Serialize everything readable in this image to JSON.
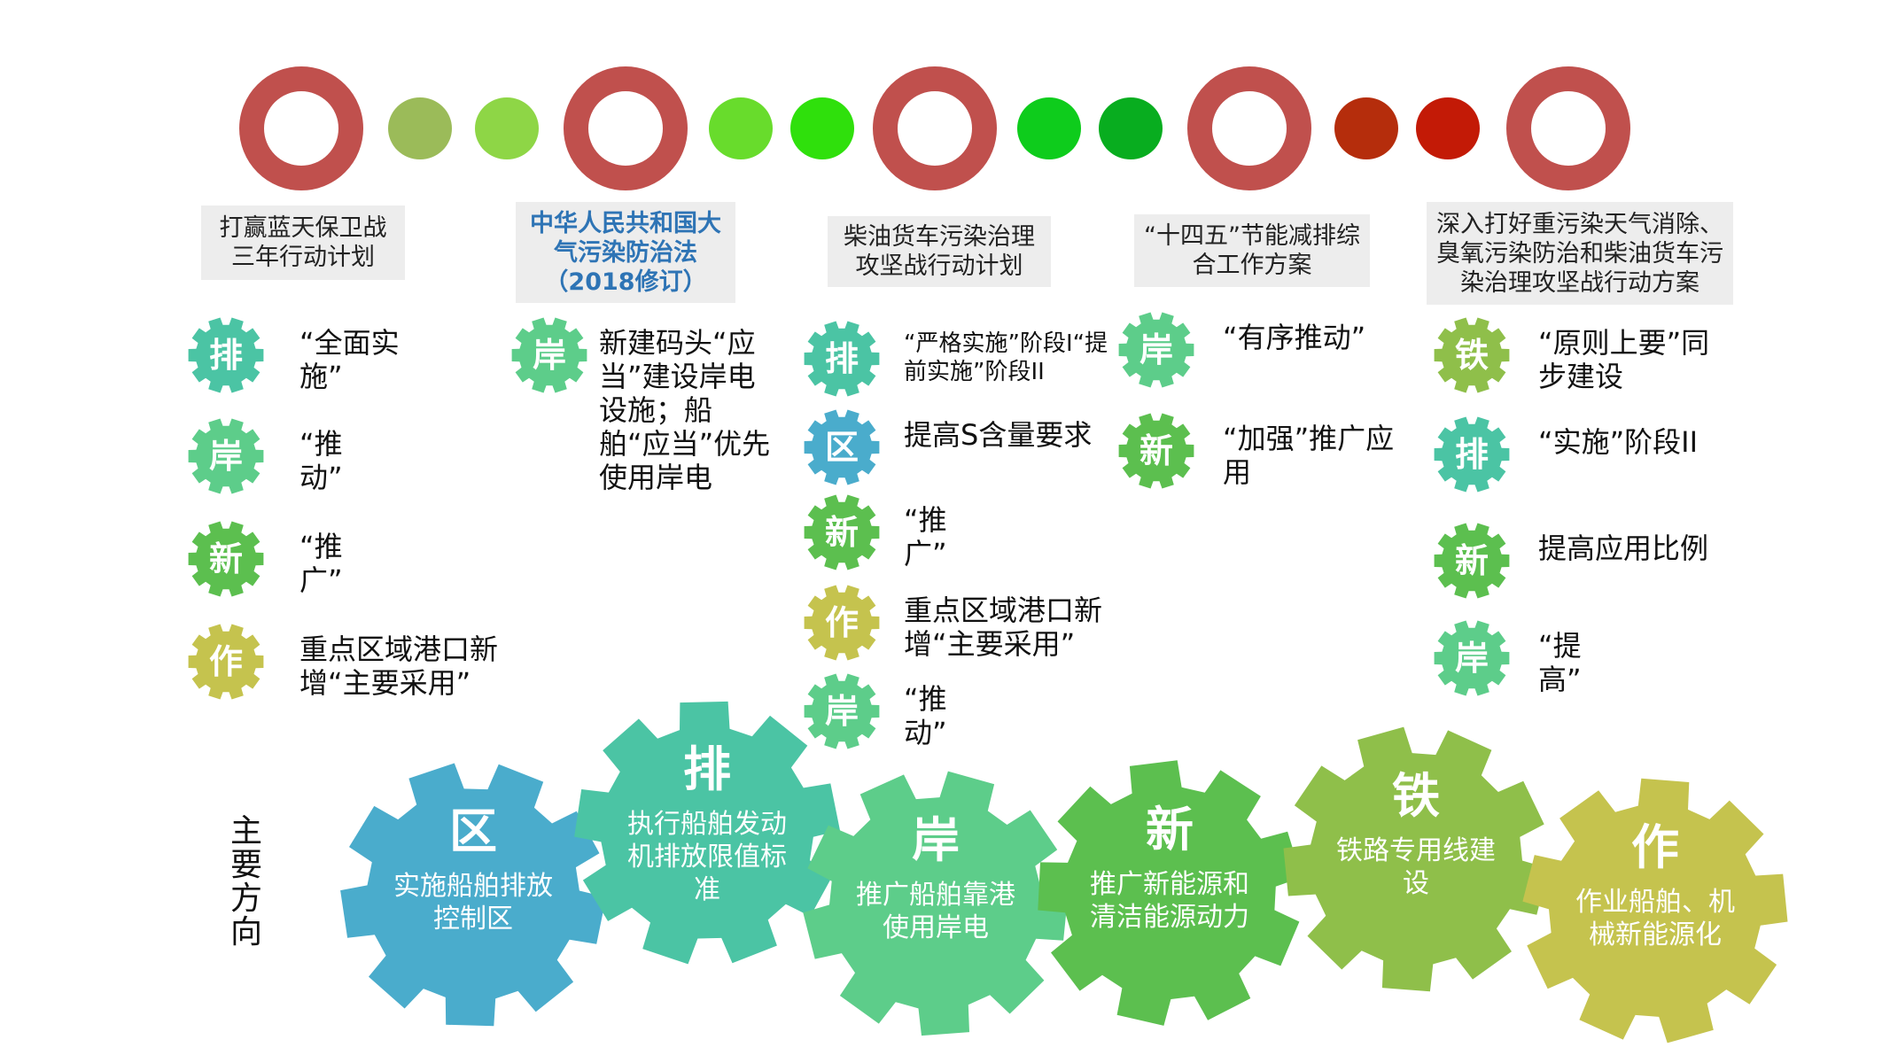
{
  "colors": {
    "ring": "#c0504d",
    "dots": [
      "#9bbb59",
      "#8ed646",
      "#68dc2c",
      "#2fe00c",
      "#0ecc1c",
      "#08ad1f",
      "#b52d0c",
      "#c31a06"
    ],
    "pai": "#4bc4a4",
    "an": "#5dcd8a",
    "xin": "#5cbf4f",
    "zuo": "#c5c34e",
    "qu": "#4aaccc",
    "tie": "#8fbf4a",
    "lawbox_bg": "#ededed",
    "lawbox_highlight": "#2e74b5"
  },
  "laws": [
    {
      "text": "打赢蓝天保卫战三年行动计划"
    },
    {
      "text": "中华人民共和国大气污染防治法（2018修订）"
    },
    {
      "text": "柴油货车污染治理攻坚战行动计划"
    },
    {
      "text": "“十四五”节能减排综合工作方案"
    },
    {
      "text": "深入打好重污染天气消除、臭氧污染防治和柴油货车污染治理攻坚战行动方案"
    }
  ],
  "columns": [
    {
      "items": [
        {
          "icon": "排",
          "text": "“全面实施”"
        },
        {
          "icon": "岸",
          "text": "“推动”"
        },
        {
          "icon": "新",
          "text": "“推广”"
        },
        {
          "icon": "作",
          "text": "重点区域港口新增“主要采用”"
        }
      ]
    },
    {
      "items": [
        {
          "icon": "岸",
          "text": "新建码头“应当”建设岸电设施；船舶“应当”优先使用岸电"
        }
      ]
    },
    {
      "items": [
        {
          "icon": "排",
          "text": "“严格实施”阶段I“提前实施”阶段II"
        },
        {
          "icon": "区",
          "text": "提高S含量要求"
        },
        {
          "icon": "新",
          "text": "“推广”"
        },
        {
          "icon": "作",
          "text": "重点区域港口新增“主要采用”"
        },
        {
          "icon": "岸",
          "text": "“推动”"
        }
      ]
    },
    {
      "items": [
        {
          "icon": "岸",
          "text": "“有序推动”"
        },
        {
          "icon": "新",
          "text": "“加强”推广应用"
        }
      ]
    },
    {
      "items": [
        {
          "icon": "铁",
          "text": "“原则上要”同步建设"
        },
        {
          "icon": "排",
          "text": "“实施”阶段II"
        },
        {
          "icon": "新",
          "text": "提高应用比例"
        },
        {
          "icon": "岸",
          "text": "“提高”"
        }
      ]
    }
  ],
  "main_direction": {
    "label": "主要方向",
    "gears": [
      {
        "char": "区",
        "text": "实施船舶排放控制区"
      },
      {
        "char": "排",
        "text": "执行船舶发动机排放限值标准"
      },
      {
        "char": "岸",
        "text": "推广船舶靠港使用岸电"
      },
      {
        "char": "新",
        "text": "推广新能源和清洁能源动力"
      },
      {
        "char": "铁",
        "text": "铁路专用线建设"
      },
      {
        "char": "作",
        "text": "作业船舶、机械新能源化"
      }
    ]
  }
}
